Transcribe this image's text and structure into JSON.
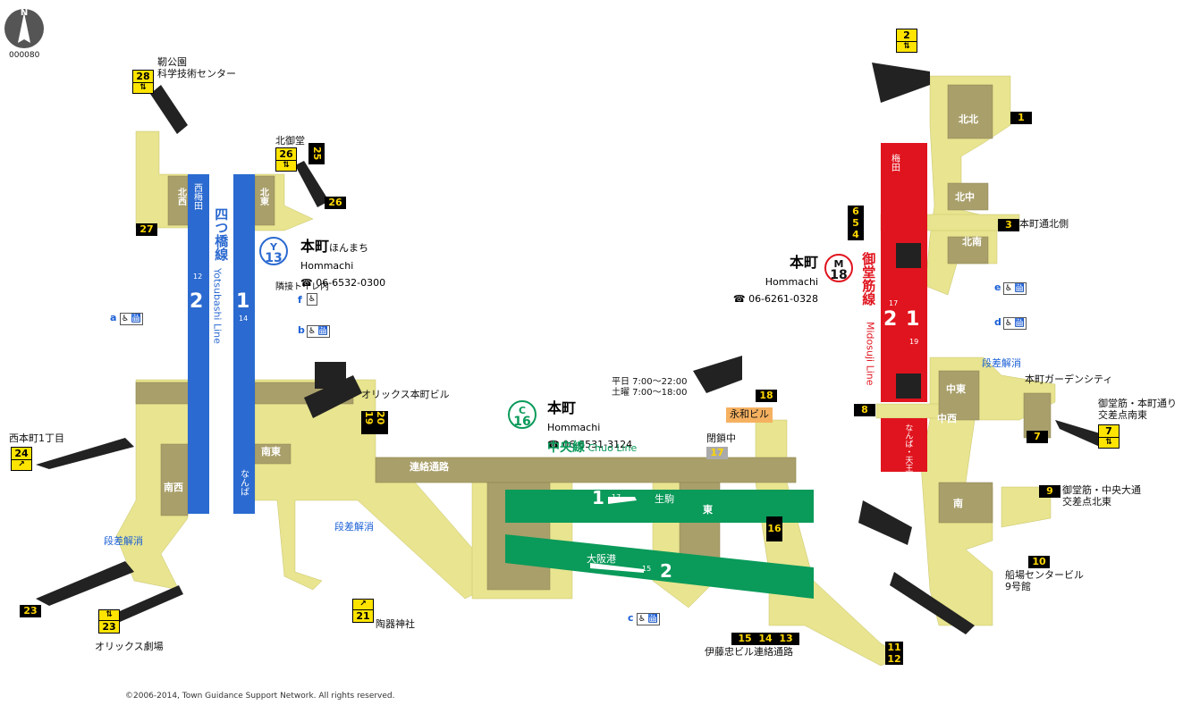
{
  "map_code": "000080",
  "north_label": "N",
  "copyright": "©2006-2014, Town Guidance Support Network. All rights reserved.",
  "stations": {
    "yotsubashi": {
      "code_letter": "Y",
      "code_num": "13",
      "name": "本町",
      "kana": "ほんまち",
      "romaji": "Hommachi",
      "tel": "☎ 06-6532-0300",
      "line_jp": "四つ橋線",
      "line_en": "Yotsubashi Line",
      "track2": "2",
      "track1": "1",
      "dir_up": "西梅田",
      "dir_down": "なんば",
      "next_up": "12",
      "next_down": "14",
      "color": "#2b6ad0"
    },
    "chuo": {
      "code_letter": "C",
      "code_num": "16",
      "name": "本町",
      "romaji": "Hommachi",
      "tel": "☎ 06-6531-3124",
      "line_jp": "中央線",
      "line_en": "Chuo Line",
      "track1": "1",
      "track2": "2",
      "dir1": "生駒",
      "dir2": "大阪港",
      "next1": "17",
      "next2": "15",
      "color": "#0a9a5a"
    },
    "midosuji": {
      "code_letter": "M",
      "code_num": "18",
      "name": "本町",
      "romaji": "Hommachi",
      "tel": "☎ 06-6261-0328",
      "line_jp": "御堂筋線",
      "line_en": "Midosuji Line",
      "track2": "2",
      "track1": "1",
      "dir_up": "梅田",
      "dir_down": "なんば・天王寺",
      "next_up": "17",
      "next_down": "19",
      "color": "#e0141e"
    }
  },
  "areas": {
    "hokusei": "北西",
    "hokuto": "北東",
    "nanto": "南東",
    "nansei": "南西",
    "kitakita": "北北",
    "kitanaka": "北中",
    "hokunan": "北南",
    "chuto": "中東",
    "chusei": "中西",
    "minami": "南",
    "higashi": "東",
    "renraku": "連絡通路",
    "eiwa": "永和ビル"
  },
  "exits": {
    "e1": "1",
    "e2": "2",
    "e3": "3",
    "e654": [
      "6",
      "5",
      "4"
    ],
    "e7": "7",
    "e8": "8",
    "e9": "9",
    "e10": "10",
    "e1112": [
      "11",
      "12"
    ],
    "e151413": [
      "15",
      "14",
      "13"
    ],
    "e16": "16",
    "e17": "17",
    "e18": "18",
    "e1920": [
      "19",
      "20"
    ],
    "e21": "21",
    "e23a": "23",
    "e23b": "23",
    "e24": "24",
    "e25": "25",
    "e26": "26",
    "e26b": "26",
    "e27": "27",
    "e28": "28"
  },
  "labels": {
    "l28": "靭公園\n科学技術センター",
    "l26": "北御堂",
    "l3": "本町通北側",
    "lorix": "オリックス本町ビル",
    "l24": "西本町1丁目",
    "l23": "オリックス劇場",
    "l21": "陶器神社",
    "l13": "伊藤忠ビル連絡通路",
    "l10": "船場センタービル\n9号館",
    "l9": "御堂筋・中央大通\n交差点北東",
    "l7": "御堂筋・本町通り\n交差点南東",
    "lgarden": "本町ガーデンシティ",
    "ldansa1": "段差解消",
    "ldansa2": "段差解消",
    "ldansa3": "段差解消",
    "lheisa": "閉鎖中",
    "lhours": "平日 7:00～22:00\n土曜 7:00～18:00",
    "ltoilet": "隣接トイレ内",
    "fa": "a",
    "fb": "b",
    "fc": "c",
    "fd": "d",
    "fe": "e",
    "ff": "f"
  }
}
